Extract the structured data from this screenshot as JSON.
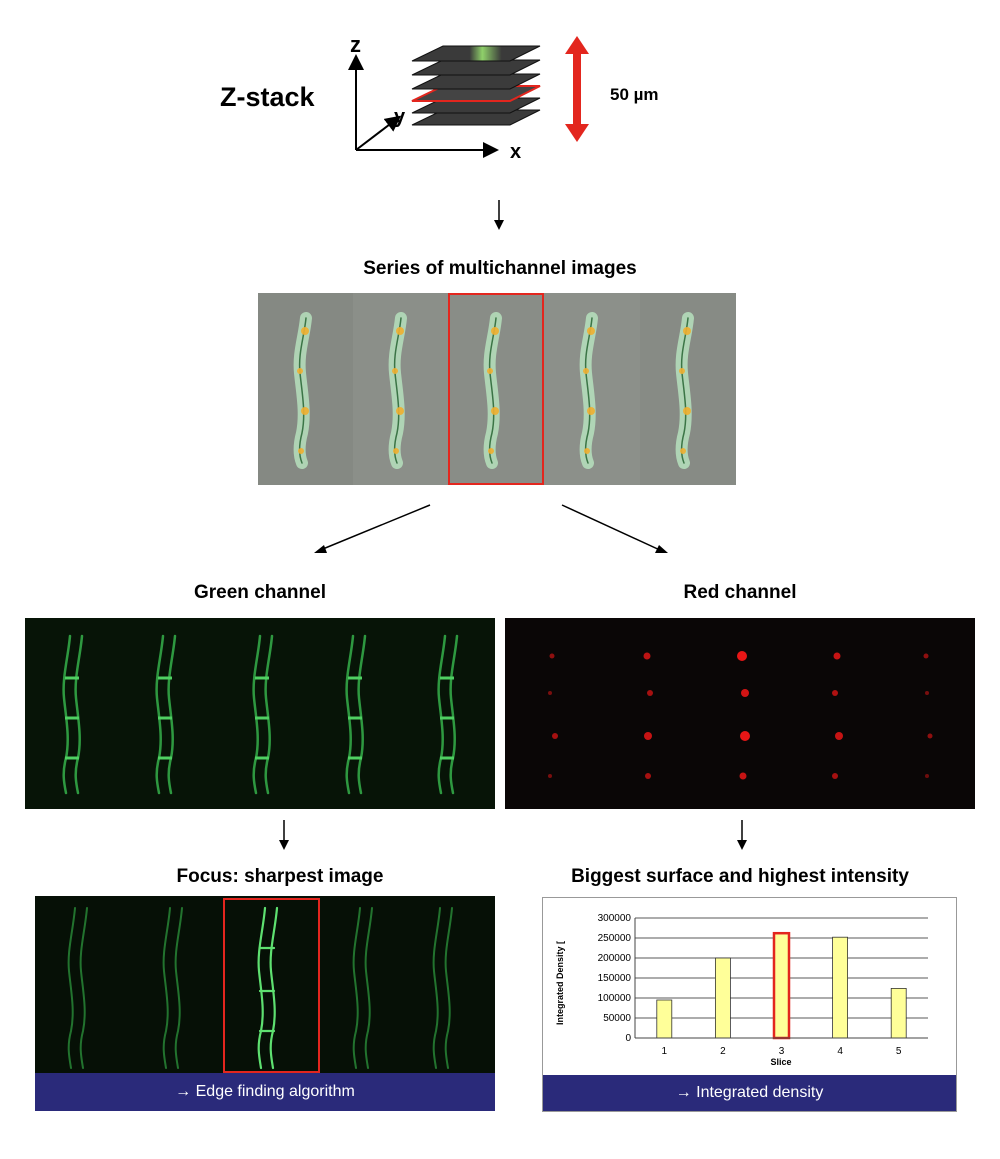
{
  "zstack": {
    "label": "Z-stack",
    "axis_z": "z",
    "axis_y": "y",
    "axis_x": "x",
    "depth_label": "50 µm"
  },
  "series": {
    "title": "Series of multichannel images",
    "count": 5,
    "selected_index": 3
  },
  "green": {
    "title": "Green channel"
  },
  "red": {
    "title": "Red channel"
  },
  "focus": {
    "title": "Focus: sharpest image",
    "selected_index": 3,
    "banner": "→ Edge finding algorithm"
  },
  "density": {
    "title": "Biggest  surface and highest intensity",
    "banner": "→ Integrated density"
  },
  "colors": {
    "highlight": "#e3261e",
    "banner_bg": "#2a2a7a",
    "bar_fill": "#ffff99",
    "cell_green": "#3fbf55",
    "spot_red": "#e81616"
  },
  "chart_data": {
    "type": "bar",
    "categories": [
      "1",
      "2",
      "3",
      "4",
      "5"
    ],
    "values": [
      95000,
      200000,
      262000,
      252000,
      124000
    ],
    "highlight_category": "3",
    "xlabel": "Slice",
    "ylabel": "Integrated Density [",
    "ylim": [
      0,
      300000
    ],
    "yticks": [
      "0",
      "50000",
      "100000",
      "150000",
      "200000",
      "250000",
      "300000"
    ],
    "grid": true
  }
}
